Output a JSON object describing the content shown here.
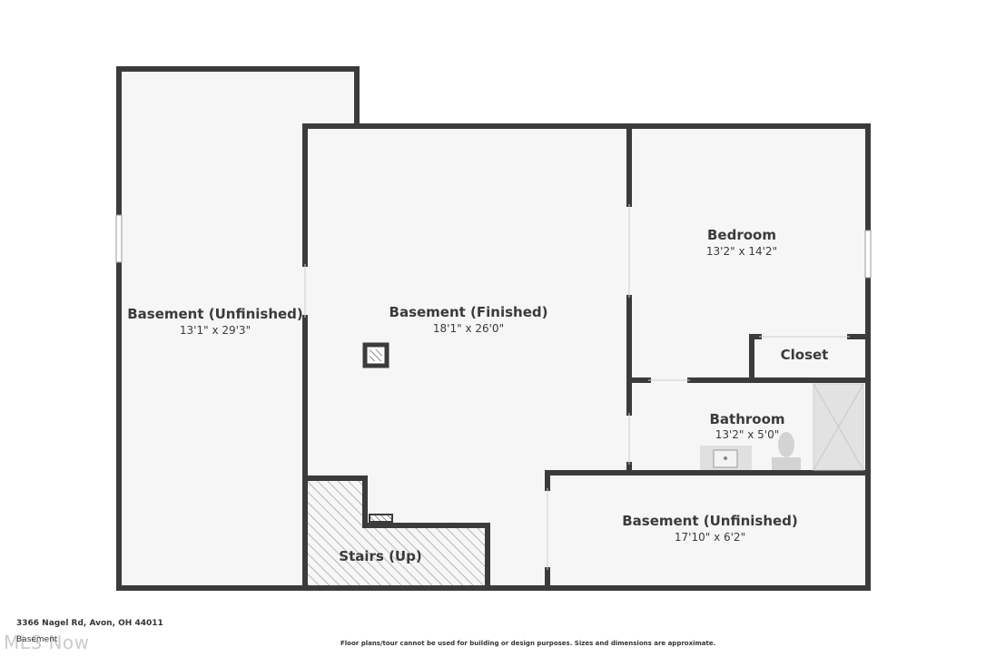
{
  "rooms": {
    "basement_unfinished_large": {
      "name": "Basement (Unfinished)",
      "dims": "13'1\" x 29'3\""
    },
    "basement_finished": {
      "name": "Basement (Finished)",
      "dims": "18'1\" x 26'0\""
    },
    "bedroom": {
      "name": "Bedroom",
      "dims": "13'2\" x 14'2\""
    },
    "closet": {
      "name": "Closet"
    },
    "bathroom": {
      "name": "Bathroom",
      "dims": "13'2\" x 5'0\""
    },
    "basement_unfinished_small": {
      "name": "Basement (Unfinished)",
      "dims": "17'10\" x 6'2\""
    },
    "stairs": {
      "name": "Stairs (Up)"
    }
  },
  "footer": {
    "address": "3366 Nagel Rd, Avon, OH 44011",
    "level": "Basement",
    "disclaimer": "Floor plans/tour cannot be used for building or design purposes. Sizes and dimensions are approximate.",
    "watermark": "MLS Now"
  },
  "colors": {
    "wall": "#3b3b3b",
    "floor": "#f6f6f6",
    "hatch": "#9a9a9a"
  }
}
